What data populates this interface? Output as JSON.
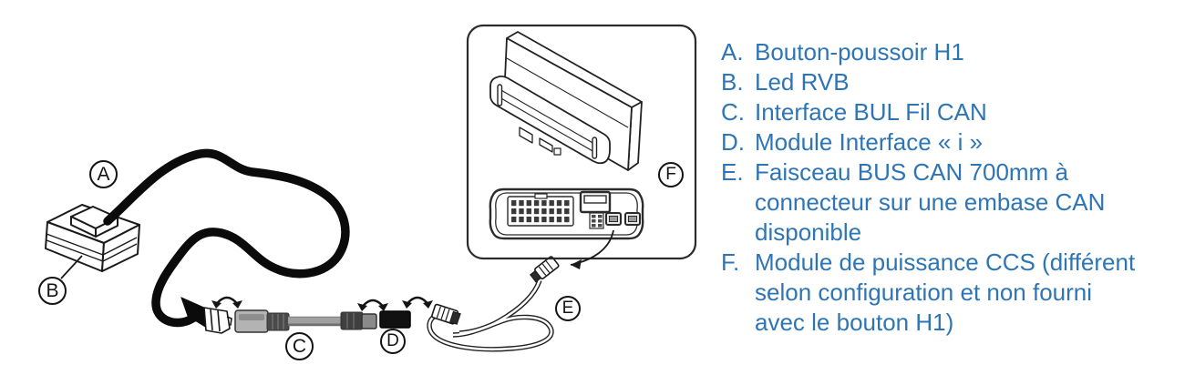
{
  "meta": {
    "background_color": "#ffffff",
    "line_art_color": "#1a1a1a",
    "legend_text_color": "#2E75B6"
  },
  "diagram": {
    "labels": {
      "a": "A",
      "b": "B",
      "c": "C",
      "d": "D",
      "e": "E",
      "f": "F"
    }
  },
  "legend": {
    "items": [
      {
        "letter": "A.",
        "text": "Bouton-poussoir H1"
      },
      {
        "letter": "B.",
        "text": "Led RVB"
      },
      {
        "letter": "C.",
        "text": "Interface BUL Fil CAN"
      },
      {
        "letter": "D.",
        "text": "Module Interface « i »"
      },
      {
        "letter": "E.",
        "text": "Faisceau BUS CAN 700mm à\nconnecteur sur une embase CAN\ndisponible"
      },
      {
        "letter": "F.",
        "text": "Module de puissance CCS (différent\nselon configuration et non fourni\navec le bouton H1)"
      }
    ]
  }
}
